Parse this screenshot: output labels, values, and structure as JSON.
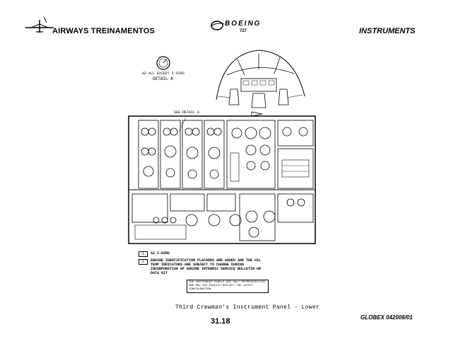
{
  "header": {
    "company": "AIRWAYS  TREINAMENTOS",
    "brand": "BOEING",
    "model": "727",
    "section": "INSTRUMENTS"
  },
  "detail": {
    "note": "AZ    ALL EXCEPT I-DIRS",
    "label": "DETAIL A"
  },
  "panel": {
    "callout": "SEE DETAIL A"
  },
  "notes": {
    "n1_marker": "1",
    "n1_text": "AZ  I-DIRS",
    "n2_marker": "2",
    "n2_text": "ENGINE IDENTIFICATION PLACARDS ARE ADDED AND THE OIL TEMP INDICATORS ARE SUBJECT TO CHANGE DURING INCORPORATION OF ENGINE INTERMIX SERVICE BULLETIN OR DATA KIT",
    "placard": "THE INSTRUMENT PANELS ARE ONLY REPRESENTATIVE AND MAY NOT EXACTLY REFLECT THE LATEST CONFIGURATION"
  },
  "footer": {
    "caption": "Third Crewman's Instrument Panel - Lower",
    "page": "31.18",
    "doc_ref": "GLOBEX 042008/01"
  }
}
